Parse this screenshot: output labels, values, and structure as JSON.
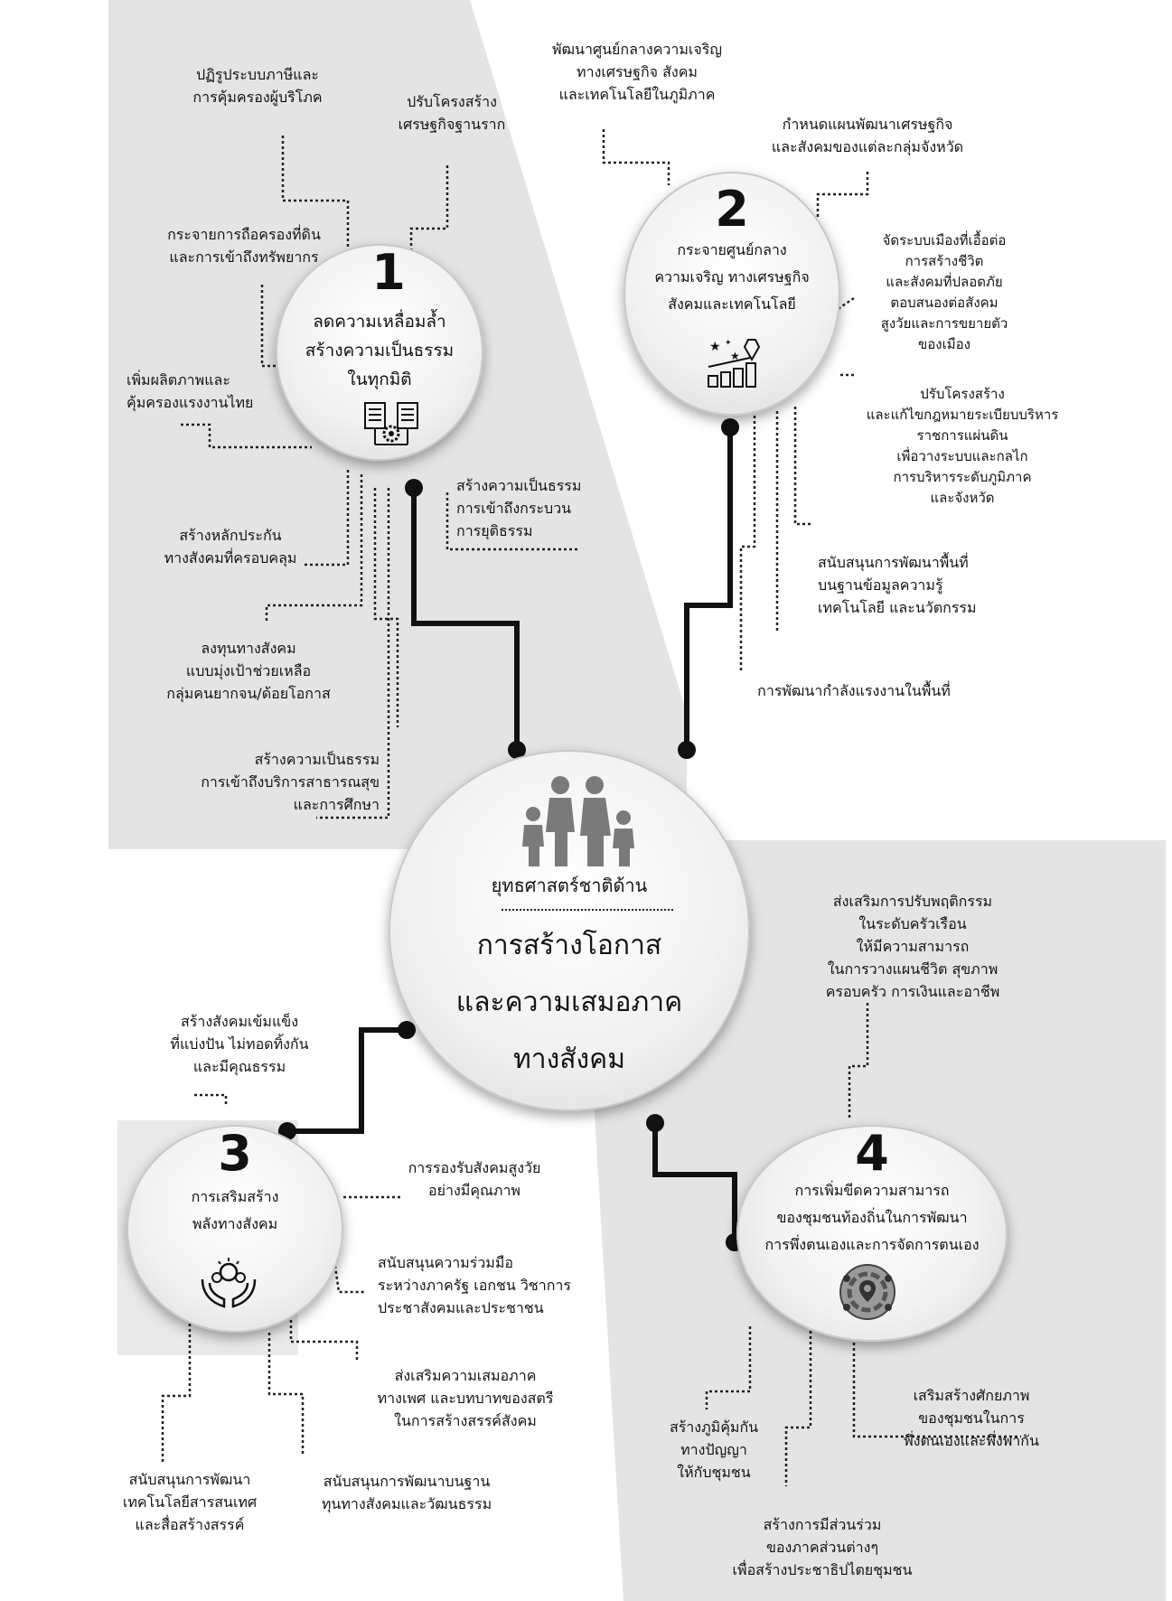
{
  "center": {
    "subtitle": "ยุทธศาสตร์ชาติด้าน",
    "title_lines": [
      "การสร้างโอกาส",
      "และความเสมอภาค",
      "ทางสังคม"
    ]
  },
  "groups": [
    {
      "number": "1",
      "title": "ลดความเหลื่อมล้ำ\nสร้างความเป็นธรรม\nในทุกมิติ",
      "icon": "documents-gear-icon",
      "items": [
        "ปฏิรูประบบภาษีและ\nการคุ้มครองผู้บริโภค",
        "ปรับโครงสร้าง\nเศรษฐกิจฐานราก",
        "กระจายการถือครองที่ดิน\nและการเข้าถึงทรัพยากร",
        "เพิ่มผลิตภาพและ\nคุ้มครองแรงงานไทย",
        "สร้างความเป็นธรรม\nการเข้าถึงกระบวน\nการยุติธรรม",
        "สร้างหลักประกัน\nทางสังคมที่ครอบคลุม",
        "ลงทุนทางสังคม\nแบบมุ่งเป้าช่วยเหลือ\nกลุ่มคนยากจน/ด้อยโอกาส",
        "สร้างความเป็นธรรม\nการเข้าถึงบริการสาธารณสุข\nและการศึกษา"
      ]
    },
    {
      "number": "2",
      "title": "กระจายศูนย์กลาง\nความเจริญ ทางเศรษฐกิจ\nสังคมและเทคโนโลยี",
      "icon": "growth-chart-icon",
      "items": [
        "พัฒนาศูนย์กลางความเจริญ\nทางเศรษฐกิจ สังคม\nและเทคโนโลยีในภูมิภาค",
        "กำหนดแผนพัฒนาเศรษฐกิจ\nและสังคมของแต่ละกลุ่มจังหวัด",
        "จัดระบบเมืองที่เอื้อต่อ\nการสร้างชีวิต\nและสังคมที่ปลอดภัย\nตอบสนองต่อสังคม\nสูงวัยและการขยายตัว\nของเมือง",
        "ปรับโครงสร้าง\nและแก้ไขกฎหมายระเบียบบริหาร\nราชการแผ่นดิน\nเพื่อวางระบบและกลไก\nการบริหารระดับภูมิภาค\nและจังหวัด",
        "สนับสนุนการพัฒนาพื้นที่\nบนฐานข้อมูลความรู้\nเทคโนโลยี และนวัตกรรม",
        "การพัฒนากำลังแรงงานในพื้นที่"
      ]
    },
    {
      "number": "3",
      "title": "การเสริมสร้าง\nพลังทางสังคม",
      "icon": "hands-community-icon",
      "items": [
        "สร้างสังคมเข้มแข็ง\nที่แบ่งปัน ไม่ทอดทิ้งกัน\nและมีคุณธรรม",
        "การรองรับสังคมสูงวัย\nอย่างมีคุณภาพ",
        "สนับสนุนความร่วมมือ\nระหว่างภาครัฐ เอกชน วิชาการ\nประชาสังคมและประชาชน",
        "ส่งเสริมความเสมอภาค\nทางเพศ และบทบาทของสตรี\nในการสร้างสรรค์สังคม",
        "สนับสนุนการพัฒนา\nเทคโนโลยีสารสนเทศ\nและสื่อสร้างสรรค์",
        "สนับสนุนการพัฒนาบนฐาน\nทุนทางสังคมและวัฒนธรรม"
      ]
    },
    {
      "number": "4",
      "title": "การเพิ่มขีดความสามารถ\nของชุมชนท้องถิ่นในการพัฒนา\nการพึ่งตนเองและการจัดการตนเอง",
      "icon": "community-network-icon",
      "items": [
        "ส่งเสริมการปรับพฤติกรรม\nในระดับครัวเรือน\nให้มีความสามารถ\nในการวางแผนชีวิต สุขภาพ\nครอบครัว การเงินและอาชีพ",
        "เสริมสร้างศักยภาพ\nของชุมชนในการ\nพึ่งตนเองและพึ่งพากัน",
        "สร้างภูมิคุ้มกัน\nทางปัญญา\nให้กับชุมชน",
        "สร้างการมีส่วนร่วม\nของภาคส่วนต่างๆ\nเพื่อสร้างประชาธิปไตยชุมชน"
      ]
    }
  ]
}
